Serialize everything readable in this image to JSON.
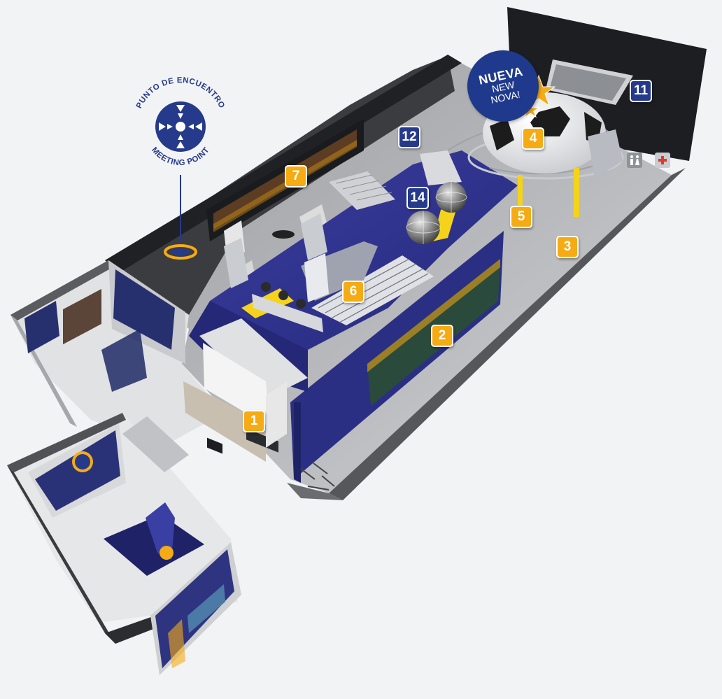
{
  "meeting_point": {
    "label_top": "PUNTO DE ENCUENTRO",
    "label_bottom": "MEETING POINT",
    "icon": "meeting-point-icon"
  },
  "new_badge": {
    "line1": "NUEVA",
    "line2": "NEW",
    "line3": "NOVA!"
  },
  "markers": [
    {
      "id": "1",
      "style": "gold"
    },
    {
      "id": "2",
      "style": "gold"
    },
    {
      "id": "3",
      "style": "gold"
    },
    {
      "id": "4",
      "style": "gold"
    },
    {
      "id": "5",
      "style": "gold"
    },
    {
      "id": "6",
      "style": "gold"
    },
    {
      "id": "7",
      "style": "gold"
    },
    {
      "id": "11",
      "style": "blue"
    },
    {
      "id": "12",
      "style": "blue"
    },
    {
      "id": "14",
      "style": "blue"
    }
  ],
  "services": [
    {
      "name": "restroom",
      "icon": "restroom-icon"
    },
    {
      "name": "first-aid",
      "icon": "first-aid-cross-icon"
    }
  ],
  "colors": {
    "gold": "#f5ab14",
    "navy": "#253a8a",
    "floor_grey": "#b8babd",
    "dark_wall": "#2a2b2e",
    "white": "#ffffff"
  }
}
